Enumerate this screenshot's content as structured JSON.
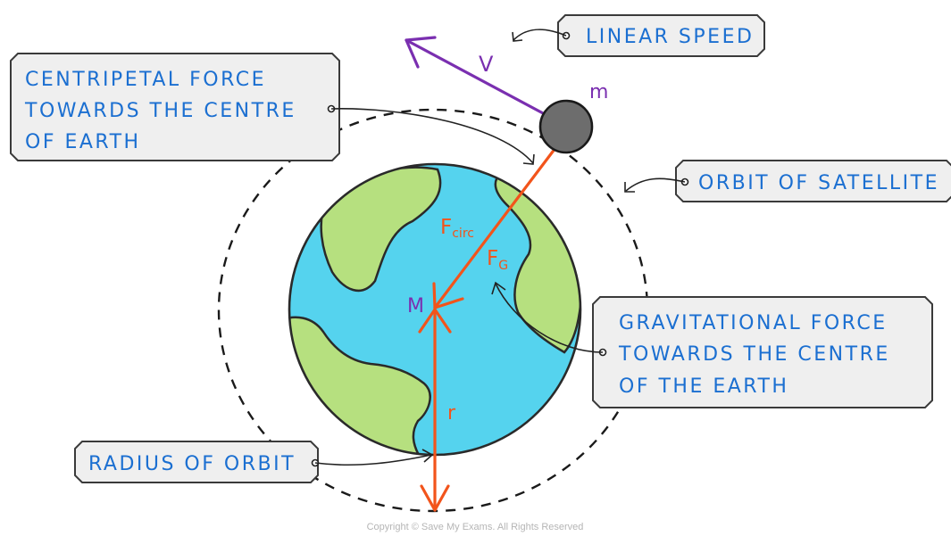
{
  "labels": {
    "linear_speed": "LINEAR SPEED",
    "centripetal_line1": "CENTRIPETAL FORCE",
    "centripetal_line2": "TOWARDS THE CENTRE",
    "centripetal_line3": "OF EARTH",
    "orbit": "ORBIT OF SATELLITE",
    "gravitational_line1": "GRAVITATIONAL FORCE",
    "gravitational_line2": "TOWARDS THE CENTRE",
    "gravitational_line3": "OF THE EARTH",
    "radius": "RADIUS OF ORBIT"
  },
  "symbols": {
    "velocity": "V",
    "satellite_mass": "m",
    "earth_mass": "M",
    "f_circ_main": "F",
    "f_circ_sub": "circ",
    "f_g_main": "F",
    "f_g_sub": "G",
    "radius": "r"
  },
  "copyright": "Copyright © Save My Exams. All Rights Reserved",
  "colors": {
    "label_text": "#1b6fd1",
    "box_fill": "#efefef",
    "box_border": "#3a3a3a",
    "ocean": "#55d3ee",
    "land": "#b6e07f",
    "outline": "#2a2a2a",
    "force_arrow": "#f2541b",
    "velocity_arrow": "#7a2fb0",
    "satellite": "#6d6d6d"
  }
}
